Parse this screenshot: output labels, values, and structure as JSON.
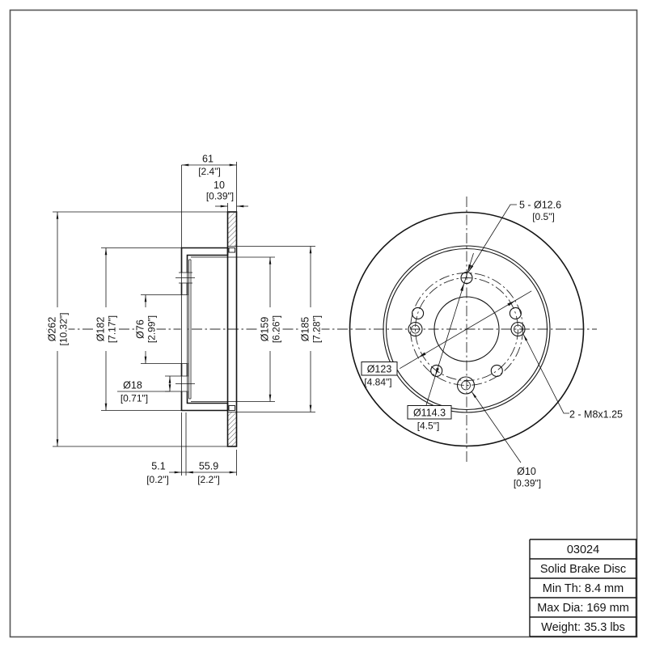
{
  "section_view": {
    "dims": {
      "width_mm": "61",
      "width_in": "[2.4\"]",
      "thickness_mm": "10",
      "thickness_in": "[0.39\"]",
      "outer_mm": "Ø262",
      "outer_in": "[10.32\"]",
      "hat_mm": "Ø182",
      "hat_in": "[7.17\"]",
      "bore_mm": "Ø76",
      "bore_in": "[2.99\"]",
      "hole_mm": "Ø18",
      "hole_in": "[0.71\"]",
      "inner_mm": "Ø159",
      "inner_in": "[6.26\"]",
      "contact_mm": "Ø185",
      "contact_in": "[7.28\"]",
      "offset_mm": "5.1",
      "offset_in": "[0.2\"]",
      "depth_mm": "55.9",
      "depth_in": "[2.2\"]"
    }
  },
  "front_view": {
    "labels": {
      "lug_holes_mm": "5 - Ø12.6",
      "lug_holes_in": "[0.5\"]",
      "outer_bolt_circle_mm": "Ø123",
      "outer_bolt_circle_in": "[4.84\"]",
      "bolt_circle_mm": "Ø114.3",
      "bolt_circle_in": "[4.5\"]",
      "thread_holes": "2 - M8x1.25",
      "screw_hole_mm": "Ø10",
      "screw_hole_in": "[0.39\"]"
    }
  },
  "title_block": {
    "rows": [
      "03024",
      "Solid Brake Disc",
      "Min Th: 8.4 mm",
      "Max Dia: 169 mm",
      "Weight: 35.3 lbs"
    ]
  }
}
